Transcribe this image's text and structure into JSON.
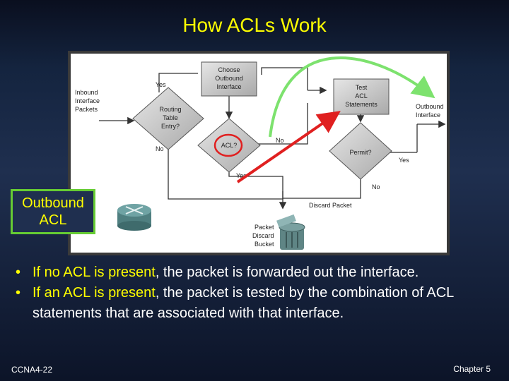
{
  "title": "How ACLs Work",
  "diagram": {
    "inbound_label": [
      "Inbound",
      "Interface",
      "Packets"
    ],
    "choose_label": [
      "Choose",
      "Outbound",
      "Interface"
    ],
    "routing_label": [
      "Routing",
      "Table",
      "Entry?"
    ],
    "acl_label": "ACL?",
    "test_label": [
      "Test",
      "ACL",
      "Statements"
    ],
    "permit_label": "Permit?",
    "outbound_label": [
      "Outbound",
      "Interface"
    ],
    "discard_label": "Discard Packet",
    "bucket_label": [
      "Packet",
      "Discard",
      "Bucket"
    ],
    "yes1": "Yes",
    "no1": "No",
    "no2": "No",
    "yes2": "Yes",
    "yes3": "Yes",
    "no3": "No"
  },
  "outbound_box": "Outbound ACL",
  "bullets": [
    {
      "highlight": "If no ACL is present",
      "rest": ", the packet is forwarded out the interface."
    },
    {
      "highlight": "If an ACL is present",
      "rest": ", the packet is tested by the combination of ACL statements that are associated with that interface."
    }
  ],
  "footer_left": "CCNA4-22",
  "footer_right": "Chapter 5",
  "colors": {
    "title": "#ffff00",
    "green_arrow": "#7de26e",
    "red_arrow": "#e02020"
  }
}
